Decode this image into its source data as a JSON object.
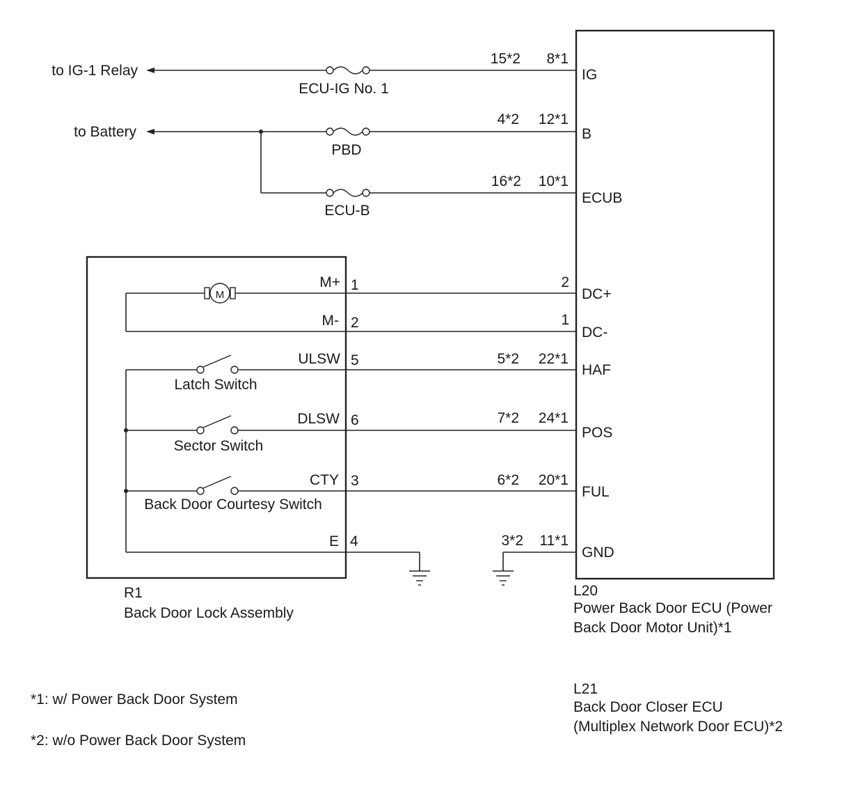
{
  "circuits": {
    "ig": {
      "destination": "to IG-1 Relay",
      "fuse": "ECU-IG No. 1",
      "pin_l21": "15*2",
      "pin_l20": "8*1",
      "terminal": "IG"
    },
    "b": {
      "destination": "to Battery",
      "fuse": "PBD",
      "pin_l21": "4*2",
      "pin_l20": "12*1",
      "terminal": "B"
    },
    "ecub": {
      "fuse": "ECU-B",
      "pin_l21": "16*2",
      "pin_l20": "10*1",
      "terminal": "ECUB"
    },
    "dcp": {
      "r1_label": "M+",
      "r1_pin": "1",
      "ecu_pin": "2",
      "terminal": "DC+"
    },
    "dcm": {
      "r1_label": "M-",
      "r1_pin": "2",
      "ecu_pin": "1",
      "terminal": "DC-"
    },
    "haf": {
      "r1_label": "ULSW",
      "r1_pin": "5",
      "switch": "Latch Switch",
      "pin_l21": "5*2",
      "pin_l20": "22*1",
      "terminal": "HAF"
    },
    "pos": {
      "r1_label": "DLSW",
      "r1_pin": "6",
      "switch": "Sector Switch",
      "pin_l21": "7*2",
      "pin_l20": "24*1",
      "terminal": "POS"
    },
    "ful": {
      "r1_label": "CTY",
      "r1_pin": "3",
      "switch": "Back Door Courtesy Switch",
      "pin_l21": "6*2",
      "pin_l20": "20*1",
      "terminal": "FUL"
    },
    "gnd": {
      "r1_label": "E",
      "r1_pin": "4",
      "pin_l21": "3*2",
      "pin_l20": "11*1",
      "terminal": "GND"
    }
  },
  "motor": {
    "symbol": "M"
  },
  "components": {
    "r1": {
      "id": "R1",
      "name": "Back Door Lock Assembly"
    },
    "l20": {
      "id": "L20",
      "name_line1": "Power Back Door ECU (Power",
      "name_line2": "Back Door Motor Unit)*1"
    },
    "l21": {
      "id": "L21",
      "name_line1": "Back Door Closer ECU",
      "name_line2": "(Multiplex Network Door ECU)*2"
    }
  },
  "notes": {
    "note1": "*1: w/ Power Back Door System",
    "note2": "*2: w/o Power Back Door System"
  }
}
